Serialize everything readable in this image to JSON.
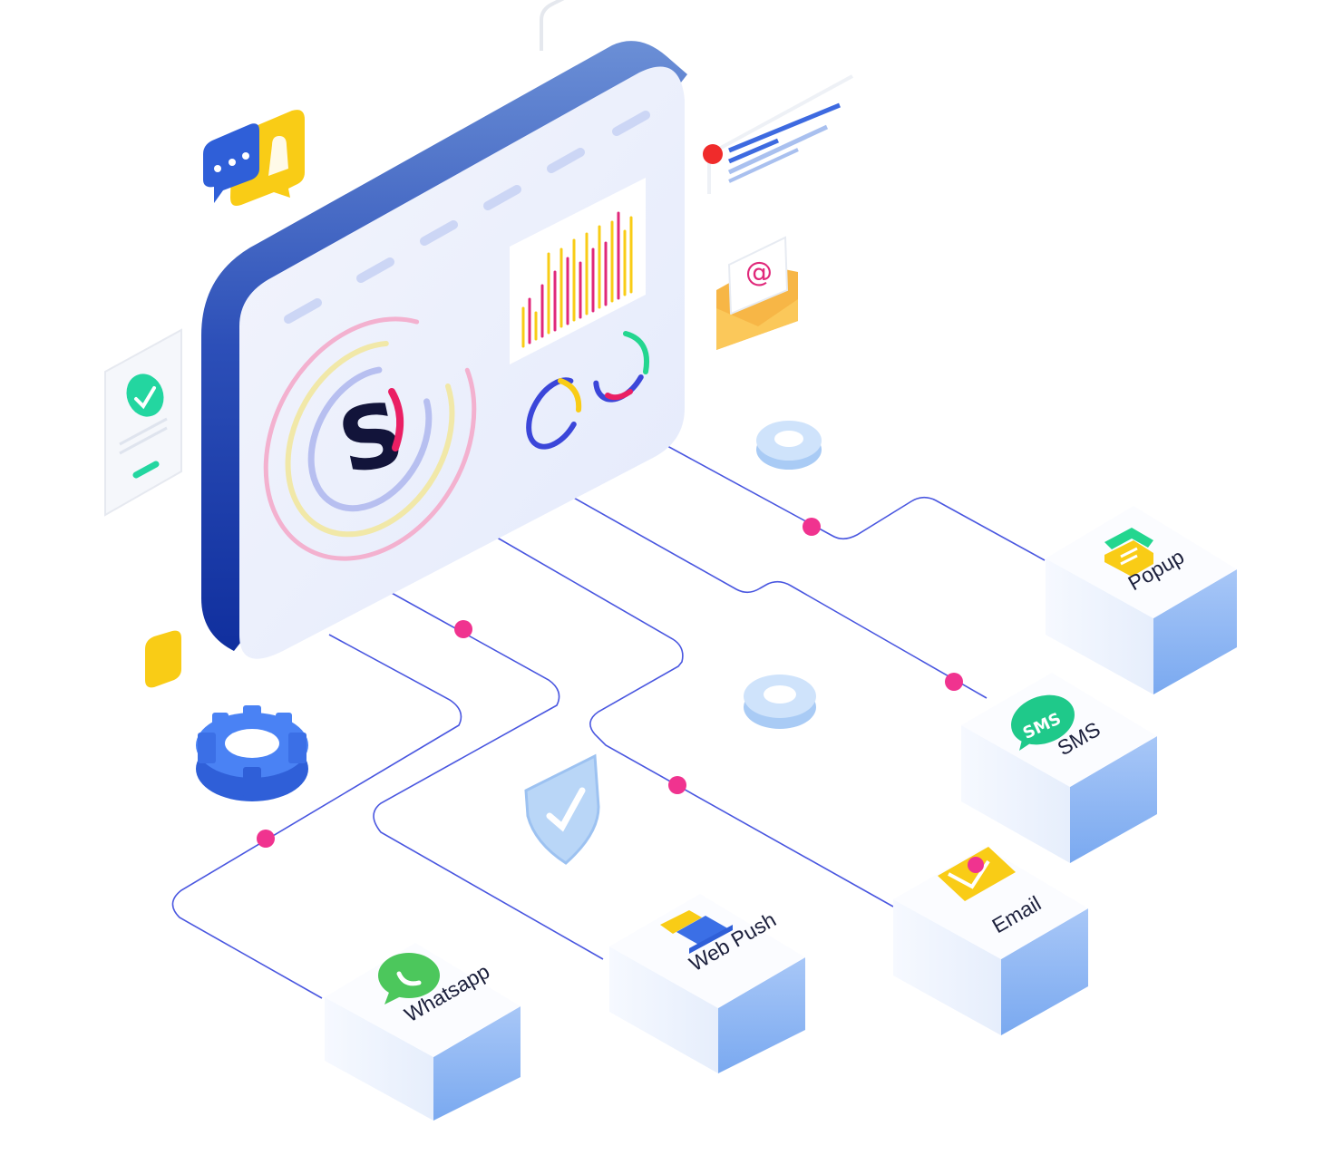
{
  "logo": {
    "letter": "S"
  },
  "email_icon": {
    "glyph": "@"
  },
  "sms_icon": {
    "glyph": "SMS"
  },
  "channels": [
    {
      "id": "whatsapp",
      "label": "Whatsapp",
      "icon": "whatsapp-icon"
    },
    {
      "id": "web-push",
      "label": "Web Push",
      "icon": "web-push-icon"
    },
    {
      "id": "email",
      "label": "Email",
      "icon": "email-icon"
    },
    {
      "id": "sms",
      "label": "SMS",
      "icon": "sms-icon"
    },
    {
      "id": "popup",
      "label": "Popup",
      "icon": "popup-icon"
    }
  ],
  "colors": {
    "connector": "#4a57e0",
    "node": "#f0338f",
    "monitor_side": "#1e3fae",
    "screen": "#e9eefc",
    "block_front": "#8fb6f3",
    "block_top": "#fbfcff",
    "whatsapp": "#4cc75c",
    "sms": "#1fc98a",
    "yellow": "#f9cc16",
    "popup_green": "#23d68f"
  }
}
